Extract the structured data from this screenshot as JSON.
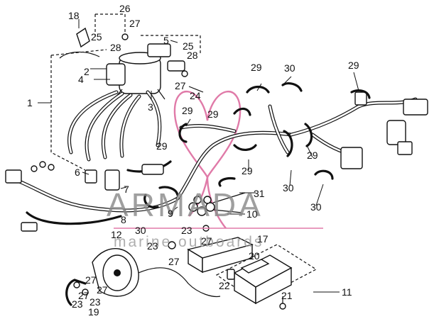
{
  "watermark": {
    "brand": "ARMADA",
    "tagline": "marine outboards",
    "accent_color": "#e07aa8"
  },
  "callouts": [
    {
      "id": "c1",
      "text": "1"
    },
    {
      "id": "c2",
      "text": "2"
    },
    {
      "id": "c3",
      "text": "3"
    },
    {
      "id": "c4",
      "text": "4"
    },
    {
      "id": "c5",
      "text": "5"
    },
    {
      "id": "c6",
      "text": "6"
    },
    {
      "id": "c7",
      "text": "7"
    },
    {
      "id": "c8",
      "text": "8"
    },
    {
      "id": "c9",
      "text": "9"
    },
    {
      "id": "c10",
      "text": "10"
    },
    {
      "id": "c11",
      "text": "11"
    },
    {
      "id": "c12",
      "text": "12"
    },
    {
      "id": "c17",
      "text": "17"
    },
    {
      "id": "c18",
      "text": "18"
    },
    {
      "id": "c19",
      "text": "19"
    },
    {
      "id": "c20",
      "text": "20"
    },
    {
      "id": "c21",
      "text": "21"
    },
    {
      "id": "c22",
      "text": "22"
    },
    {
      "id": "c23a",
      "text": "23"
    },
    {
      "id": "c23b",
      "text": "23"
    },
    {
      "id": "c23c",
      "text": "23"
    },
    {
      "id": "c23d",
      "text": "23"
    },
    {
      "id": "c24",
      "text": "24"
    },
    {
      "id": "c25a",
      "text": "25"
    },
    {
      "id": "c25b",
      "text": "25"
    },
    {
      "id": "c26",
      "text": "26"
    },
    {
      "id": "c27a",
      "text": "27"
    },
    {
      "id": "c27b",
      "text": "27"
    },
    {
      "id": "c27c",
      "text": "27"
    },
    {
      "id": "c27d",
      "text": "27"
    },
    {
      "id": "c27e",
      "text": "27"
    },
    {
      "id": "c27f",
      "text": "27"
    },
    {
      "id": "c27g",
      "text": "27"
    },
    {
      "id": "c28a",
      "text": "28"
    },
    {
      "id": "c28b",
      "text": "28"
    },
    {
      "id": "c29a",
      "text": "29"
    },
    {
      "id": "c29b",
      "text": "29"
    },
    {
      "id": "c29c",
      "text": "29"
    },
    {
      "id": "c29d",
      "text": "29"
    },
    {
      "id": "c29e",
      "text": "29"
    },
    {
      "id": "c29f",
      "text": "29"
    },
    {
      "id": "c29g",
      "text": "29"
    },
    {
      "id": "c30a",
      "text": "30"
    },
    {
      "id": "c30b",
      "text": "30"
    },
    {
      "id": "c30c",
      "text": "30"
    },
    {
      "id": "c30d",
      "text": "30"
    },
    {
      "id": "c31",
      "text": "31"
    }
  ]
}
